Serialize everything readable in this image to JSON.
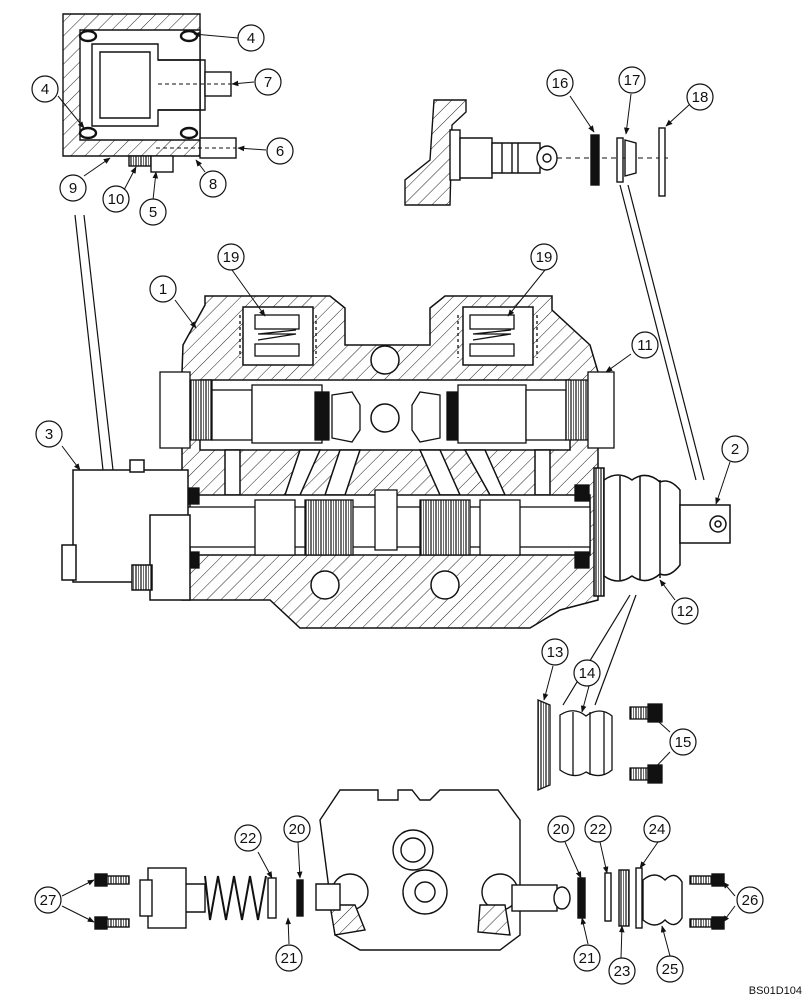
{
  "diagram": {
    "drawing_code": "BS01D104",
    "callouts": [
      {
        "id": "c1",
        "label": "1"
      },
      {
        "id": "c2",
        "label": "2"
      },
      {
        "id": "c3",
        "label": "3"
      },
      {
        "id": "c4a",
        "label": "4"
      },
      {
        "id": "c4b",
        "label": "4"
      },
      {
        "id": "c5",
        "label": "5"
      },
      {
        "id": "c6",
        "label": "6"
      },
      {
        "id": "c7",
        "label": "7"
      },
      {
        "id": "c8",
        "label": "8"
      },
      {
        "id": "c9",
        "label": "9"
      },
      {
        "id": "c10",
        "label": "10"
      },
      {
        "id": "c11",
        "label": "11"
      },
      {
        "id": "c12",
        "label": "12"
      },
      {
        "id": "c13",
        "label": "13"
      },
      {
        "id": "c14",
        "label": "14"
      },
      {
        "id": "c15",
        "label": "15"
      },
      {
        "id": "c16",
        "label": "16"
      },
      {
        "id": "c17",
        "label": "17"
      },
      {
        "id": "c18",
        "label": "18"
      },
      {
        "id": "c19a",
        "label": "19"
      },
      {
        "id": "c19b",
        "label": "19"
      },
      {
        "id": "c20a",
        "label": "20"
      },
      {
        "id": "c20b",
        "label": "20"
      },
      {
        "id": "c21a",
        "label": "21"
      },
      {
        "id": "c21b",
        "label": "21"
      },
      {
        "id": "c22a",
        "label": "22"
      },
      {
        "id": "c22b",
        "label": "22"
      },
      {
        "id": "c23",
        "label": "23"
      },
      {
        "id": "c24",
        "label": "24"
      },
      {
        "id": "c25",
        "label": "25"
      },
      {
        "id": "c26",
        "label": "26"
      },
      {
        "id": "c27",
        "label": "27"
      }
    ]
  }
}
